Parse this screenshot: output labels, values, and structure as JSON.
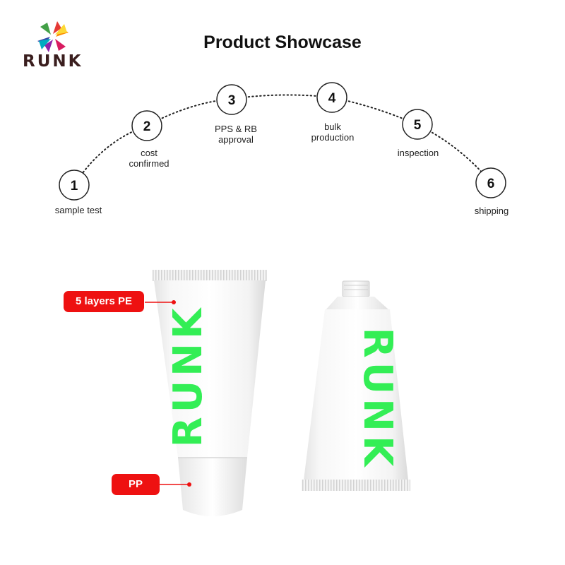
{
  "brand": {
    "name": "RUNK"
  },
  "header": {
    "title": "Product Showcase"
  },
  "steps": [
    {
      "number": "1",
      "label": "sample test"
    },
    {
      "number": "2",
      "label": "cost\nconfirmed"
    },
    {
      "number": "3",
      "label": "PPS & RB\napproval"
    },
    {
      "number": "4",
      "label": "bulk\nproduction"
    },
    {
      "number": "5",
      "label": "inspection"
    },
    {
      "number": "6",
      "label": "shipping"
    }
  ],
  "callouts": {
    "body_material": "5 layers PE",
    "cap_material": "PP"
  },
  "tube_print": "RUNK",
  "colors": {
    "accent_red": "#ee1111",
    "brand_green": "#33ee55",
    "brand_dark": "#3a1e1e"
  }
}
